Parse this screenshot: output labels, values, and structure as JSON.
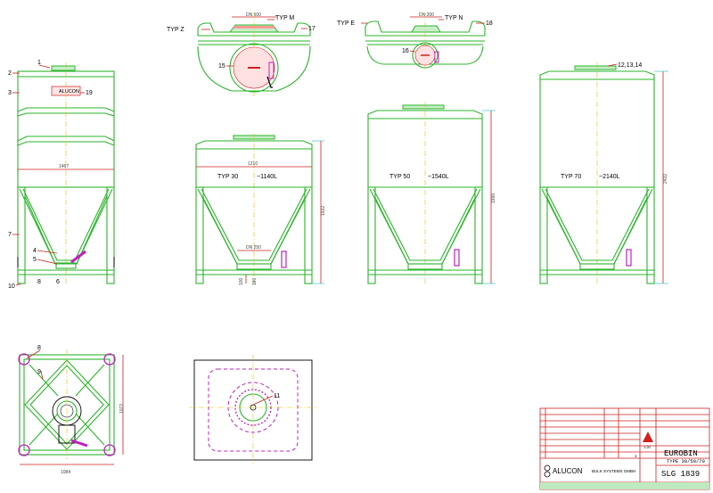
{
  "sheet": {
    "company_logo_text": "ALUCON",
    "company_name": "BULK SYSTEMS GMBH",
    "product_name": "EUROBIN",
    "product_type": "TYPE 30/50/70",
    "drawing_number": "SLG 1839",
    "scale": "1:20",
    "sheet_number": "1"
  },
  "views": {
    "typ_z": "TYP Z",
    "typ_m": "TYP M",
    "typ_e": "TYP E",
    "typ_n": "TYP N",
    "dn_m": "DN 600",
    "dn_n": "DN 200",
    "typ30": "TYP 30",
    "typ30_vol": "~1140L",
    "typ50": "TYP 50",
    "typ50_vol": "~1540L",
    "typ70": "TYP 70",
    "typ70_vol": "~2140L",
    "dn_outlet": "DN 250",
    "nameplate": "ALUCON"
  },
  "callouts": {
    "c1": "1",
    "c2": "2",
    "c3": "3",
    "c4": "4",
    "c5": "5",
    "c6": "6",
    "c7": "7",
    "c8": "8",
    "c9": "9",
    "c10": "10",
    "c11": "11",
    "c12": "12,13,14",
    "c15": "15",
    "c16": "16",
    "c17": "17",
    "c18": "18",
    "c19": "19",
    "c8b": "8"
  },
  "dimensions": {
    "w_left": "1467",
    "w_30": "1210",
    "h_30": "1932",
    "h_50": "1996",
    "h_70": "2432",
    "plan_w": "1084",
    "plan_h": "1072",
    "d_a": "100",
    "d_b": "180"
  },
  "colors": {
    "outline": "#2ab52a",
    "dimension": "#d21f1f",
    "hidden": "#c020c0",
    "centerline": "#e0c000",
    "construction": "#21b8c8"
  }
}
